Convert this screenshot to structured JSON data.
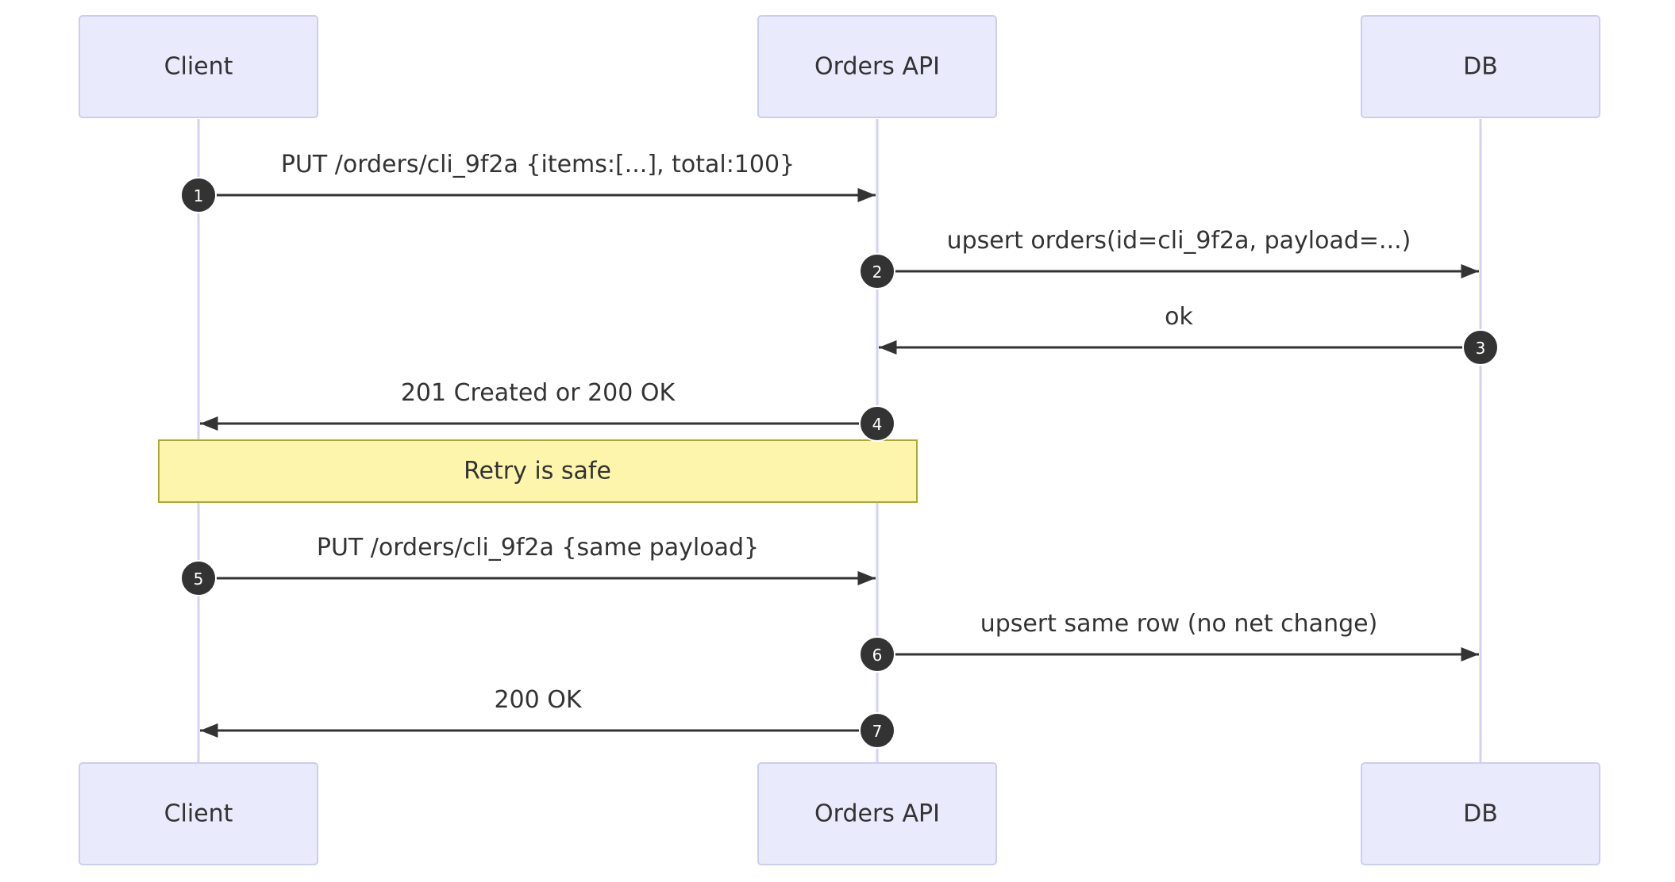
{
  "participants": [
    {
      "id": "client",
      "label": "Client"
    },
    {
      "id": "orders-api",
      "label": "Orders API"
    },
    {
      "id": "db",
      "label": "DB"
    }
  ],
  "messages": [
    {
      "step": "1",
      "from": "client",
      "to": "orders-api",
      "label": "PUT /orders/cli_9f2a {items:[...], total:100}"
    },
    {
      "step": "2",
      "from": "orders-api",
      "to": "db",
      "label": "upsert orders(id=cli_9f2a, payload=...)"
    },
    {
      "step": "3",
      "from": "db",
      "to": "orders-api",
      "label": "ok"
    },
    {
      "step": "4",
      "from": "orders-api",
      "to": "client",
      "label": "201 Created or 200 OK"
    },
    {
      "step": "5",
      "from": "client",
      "to": "orders-api",
      "label": "PUT /orders/cli_9f2a {same payload}"
    },
    {
      "step": "6",
      "from": "orders-api",
      "to": "db",
      "label": "upsert same row (no net change)"
    },
    {
      "step": "7",
      "from": "orders-api",
      "to": "client",
      "label": "200 OK"
    }
  ],
  "note": {
    "label": "Retry is safe",
    "over": [
      "client",
      "orders-api"
    ]
  },
  "colors": {
    "participant_fill": "#eaeafd",
    "participant_stroke": "#cccdf3",
    "lifeline": "#d3d2f5",
    "arrow": "#333333",
    "step_circle": "#333333",
    "note_fill": "#fdf5ac",
    "note_stroke": "#aaaa33"
  }
}
